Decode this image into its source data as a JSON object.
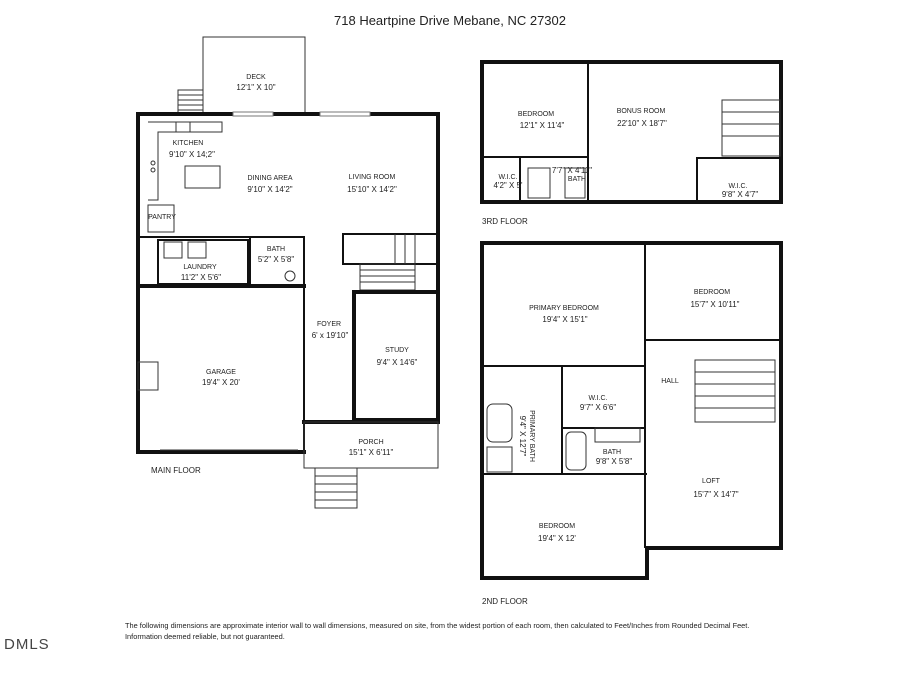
{
  "title": "718 Heartpine Drive  Mebane, NC  27302",
  "floors": {
    "main": "MAIN FLOOR",
    "second": "2ND FLOOR",
    "third": "3RD FLOOR"
  },
  "main_rooms": {
    "deck": {
      "name": "DECK",
      "dim": "12'1\" X 10\""
    },
    "kitchen": {
      "name": "KITCHEN",
      "dim": "9'10\" X 14;2\""
    },
    "dining": {
      "name": "DINING AREA",
      "dim": "9'10\" X 14'2\""
    },
    "living": {
      "name": "LIVING ROOM",
      "dim": "15'10\" X 14'2\""
    },
    "pantry": {
      "name": "PANTRY"
    },
    "bath": {
      "name": "BATH",
      "dim": "5'2\" X 5'8\""
    },
    "laundry": {
      "name": "LAUNDRY",
      "dim": "11'2\" X 5'6\""
    },
    "foyer": {
      "name": "FOYER",
      "dim": "6' x 19'10\""
    },
    "study": {
      "name": "STUDY",
      "dim": "9'4\" X 14'6\""
    },
    "garage": {
      "name": "GARAGE",
      "dim": "19'4\" X 20'"
    },
    "porch": {
      "name": "PORCH",
      "dim": "15'1\" X 6'11\""
    }
  },
  "third_rooms": {
    "bedroom": {
      "name": "BEDROOM",
      "dim": "12'1\" X 11'4\""
    },
    "bonus": {
      "name": "BONUS ROOM",
      "dim": "22'10\" X 18'7\""
    },
    "wic_a": {
      "name": "W.I.C.",
      "dim": "4'2\" X 5'"
    },
    "bath": {
      "name": "BATH",
      "dim": "7'7\" X 4'11\""
    },
    "wic_b": {
      "name": "W.I.C.",
      "dim": "9'8\" X 4'7\""
    }
  },
  "second_rooms": {
    "primary_bedroom": {
      "name": "PRIMARY BEDROOM",
      "dim": "19'4\" X 15'1\""
    },
    "bedroom_a": {
      "name": "BEDROOM",
      "dim": "15'7\" X 10'11\""
    },
    "hall": {
      "name": "HALL"
    },
    "wic": {
      "name": "W.I.C.",
      "dim": "9'7\" X 6'6\""
    },
    "primary_bath": {
      "name": "PRIMARY BATH",
      "dim": "9'4\" X 12'7\""
    },
    "bath": {
      "name": "BATH",
      "dim": "9'8\" X 5'8\""
    },
    "loft": {
      "name": "LOFT",
      "dim": "15'7\" X 14'7\""
    },
    "bedroom_b": {
      "name": "BEDROOM",
      "dim": "19'4\" X 12'"
    }
  },
  "disclaimer": {
    "line1": "The following dimensions are approximate interior wall to wall dimensions, measured on site, from the widest portion of each room, then calculated to Feet/Inches from Rounded Decimal Feet.",
    "line2": "Information deemed reliable, but not guaranteed."
  },
  "logo": "DMLS"
}
